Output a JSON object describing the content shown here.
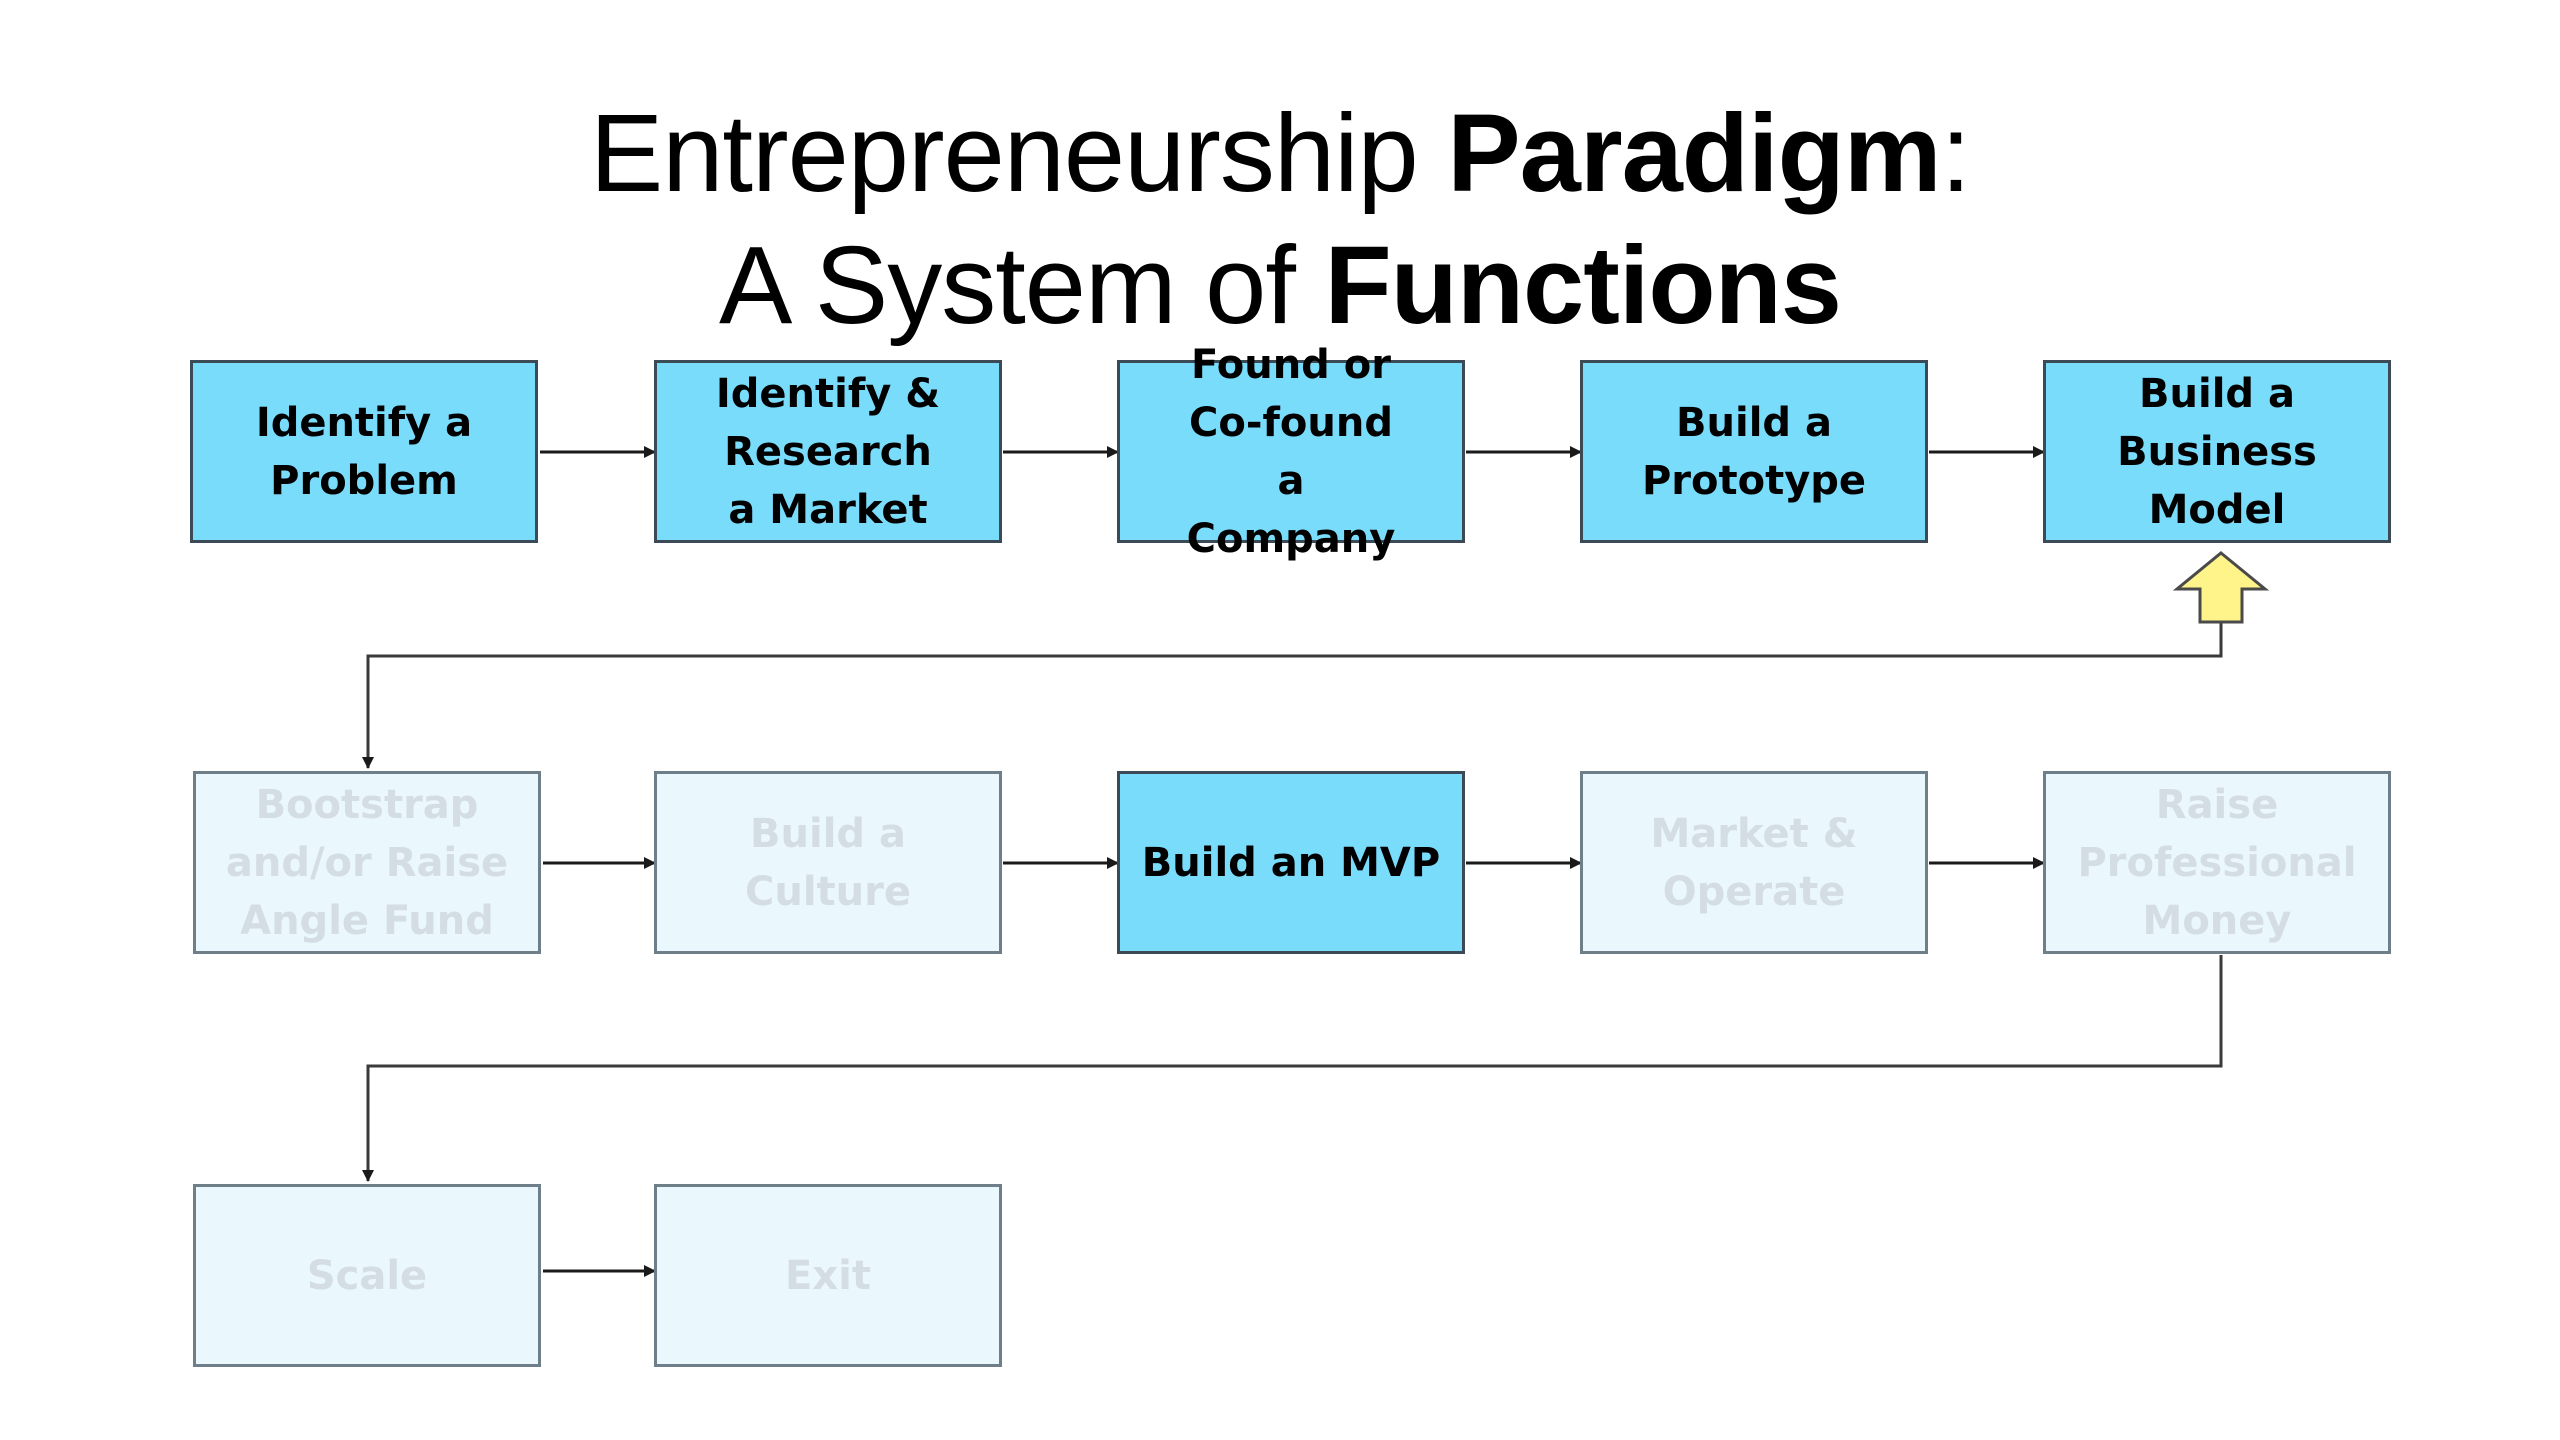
{
  "title": {
    "line1_normal": "Entrepreneurship ",
    "line1_bold": "Paradigm",
    "line1_end": ":",
    "line2_normal": "A System of ",
    "line2_bold": "Functions"
  },
  "steps": [
    {
      "label": "Identify a Problem",
      "state": "active"
    },
    {
      "label": "Identify & Research a Market",
      "state": "active"
    },
    {
      "label": "Found or Co-found a Company",
      "state": "active"
    },
    {
      "label": "Build a Prototype",
      "state": "active"
    },
    {
      "label": "Build a Business Model",
      "state": "active"
    },
    {
      "label": "Bootstrap and/or Raise Angle Fund",
      "state": "inactive"
    },
    {
      "label": "Build a Culture",
      "state": "inactive"
    },
    {
      "label": "Build an MVP",
      "state": "active"
    },
    {
      "label": "Market & Operate",
      "state": "inactive"
    },
    {
      "label": "Raise Professional Money",
      "state": "inactive"
    },
    {
      "label": "Scale",
      "state": "inactive"
    },
    {
      "label": "Exit",
      "state": "inactive"
    }
  ],
  "colors": {
    "active_fill": "#79dcfb",
    "inactive_fill": "#eaf7fd",
    "inactive_text": "#d3dde3",
    "pointer_fill": "#fff48a",
    "connector": "#3a3a3a"
  },
  "current_step_pointer": "up-arrow-icon"
}
